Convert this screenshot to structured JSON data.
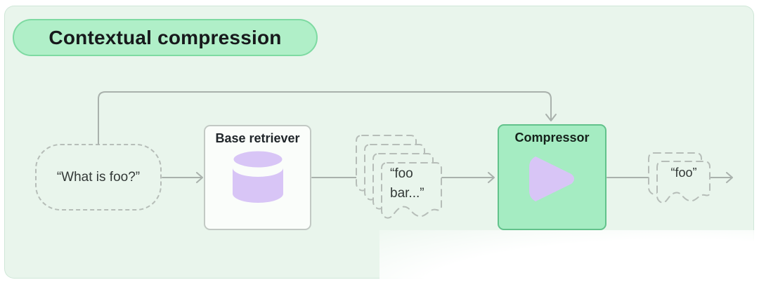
{
  "title": {
    "label": "Contextual compression"
  },
  "diagram": {
    "query": {
      "text": "“What is foo?”"
    },
    "base_retriever": {
      "label": "Base retriever",
      "icon": "database-cylinder-icon"
    },
    "retrieved_docs": {
      "text_line1": "“foo",
      "text_line2": "bar...”",
      "stack_count": 4,
      "icon": "document-stack-icon"
    },
    "compressor": {
      "label": "Compressor",
      "icon": "play-triangle-icon"
    },
    "compressed_doc": {
      "text": "“foo”",
      "stack_count": 2,
      "icon": "document-icon"
    }
  },
  "colors": {
    "canvas_bg": "#e9f5ec",
    "title_pill_fill": "#b0efc8",
    "title_pill_border": "#7edaa2",
    "compressor_fill": "#a5ecc2",
    "compressor_border": "#62c28b",
    "accent_purple": "#d8c5f6",
    "connector_gray": "#a9b1ac",
    "dashed_gray": "#b6bdb8"
  }
}
